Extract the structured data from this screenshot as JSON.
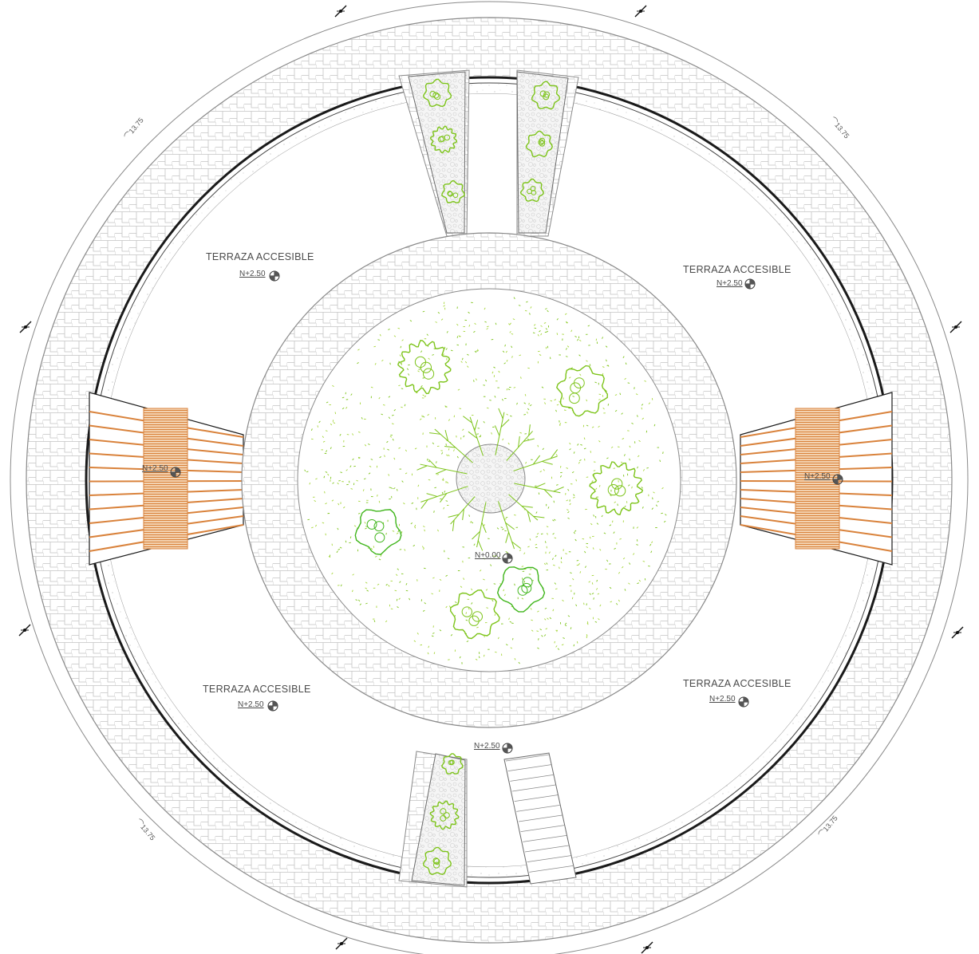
{
  "terraces": [
    {
      "name": "TERRAZA ACCESIBLE",
      "level": "N+2.50"
    },
    {
      "name": "TERRAZA ACCESIBLE",
      "level": "N+2.50"
    },
    {
      "name": "TERRAZA ACCESIBLE",
      "level": "N+2.50"
    },
    {
      "name": "TERRAZA ACCESIBLE",
      "level": "N+2.50"
    }
  ],
  "levels": {
    "center": "N+0.00",
    "west_bridge": "N+2.50",
    "east_bridge": "N+2.50",
    "south_entry": "N+2.50"
  },
  "dimension_labels": [
    "⌒13.75",
    "⌒13.75",
    "⌒13.75",
    "⌒13.75"
  ],
  "colors": {
    "line": "#8a8a8a",
    "paving": "#bdbdbd",
    "vegetation": "#7dc41a",
    "vegetation_dark": "#3fb51a",
    "timber": "#d9823b",
    "wall": "#1a1a1a"
  }
}
